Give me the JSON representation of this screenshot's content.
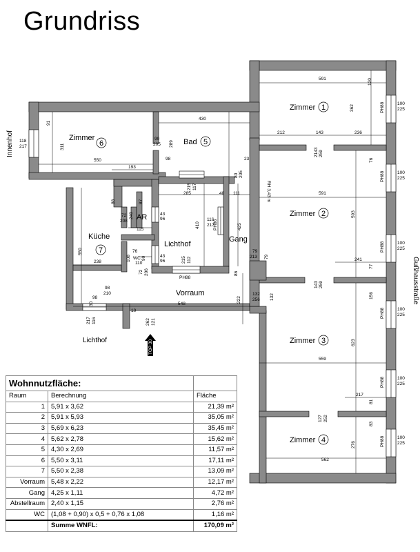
{
  "title": "Grundriss",
  "rooms": {
    "zimmer1": {
      "name": "Zimmer",
      "num": "1"
    },
    "zimmer2": {
      "name": "Zimmer",
      "num": "2"
    },
    "zimmer3": {
      "name": "Zimmer",
      "num": "3"
    },
    "zimmer4": {
      "name": "Zimmer",
      "num": "4"
    },
    "bad": {
      "name": "Bad",
      "num": "5"
    },
    "zimmer6": {
      "name": "Zimmer",
      "num": "6"
    },
    "kueche": {
      "name": "Küche",
      "num": "7"
    },
    "ar": "AR",
    "wc": "WC",
    "lichthof_inner": "Lichthof",
    "gang": "Gang",
    "vorraum": "Vorraum"
  },
  "outside_labels": {
    "innenhof": "Innenhof",
    "gusshausstrasse": "Gußhausstraße",
    "lichthof_bottom": "Lichthof",
    "top": "TOP 30"
  },
  "dimensions": {
    "d591a": "591",
    "d120": "120",
    "d362": "362",
    "d212": "212",
    "d143a": "143",
    "d236": "236",
    "d430": "430",
    "d91": "91",
    "d311": "311",
    "d550a": "550",
    "d90": "90",
    "d205a": "205",
    "d289": "289",
    "d98a": "98",
    "d193": "193",
    "d2143": "2143",
    "d259a": "259",
    "d76a": "76",
    "d591b": "591",
    "d117": "117",
    "d215": "215",
    "d285": "285",
    "d40": "40",
    "d111": "111",
    "d80": "80",
    "d205b": "205",
    "d23": "23",
    "d88": "88",
    "d87": "87",
    "d72a": "72",
    "d240": "240",
    "d208": "208",
    "d43a": "43",
    "d96a": "96",
    "d115": "115",
    "d410": "410",
    "d116a": "116",
    "d217a": "217",
    "d425": "425",
    "d593": "593",
    "d550b": "550",
    "d76b": "76",
    "d108": "108",
    "d90b": "90",
    "d110": "110",
    "d43b": "43",
    "d96b": "96",
    "d72b": "72",
    "d206": "206",
    "d215b": "215",
    "d112": "112",
    "d238": "238",
    "d79a": "79",
    "d213": "213",
    "d79b": "79",
    "d241": "241",
    "d77": "77",
    "d143b": "143",
    "d259b": "259",
    "d86": "86",
    "d132a": "132",
    "d256": "256",
    "d132b": "132",
    "d156": "156",
    "d98b": "98",
    "d210": "210",
    "d98c": "98",
    "d30": "30",
    "d222": "222",
    "d548": "548",
    "d10": "10",
    "d623": "623",
    "d559": "559",
    "d217b": "217",
    "d81": "81",
    "d127": "127",
    "d252": "252",
    "d83": "83",
    "d276": "276",
    "d562": "562",
    "d118": "118",
    "d217c": "217",
    "d116b": "116",
    "d217d": "217",
    "d262": "262",
    "d121": "121",
    "rh": "RH 3,43 m",
    "w100": "100",
    "w225": "225",
    "ph88": "PH88",
    "ph86": "PH86"
  },
  "table": {
    "caption": "Wohnnutzfläche:",
    "headers": [
      "Raum",
      "Berechnung",
      "Fläche"
    ],
    "rows": [
      [
        "1",
        "5,91 x 3,62",
        "21,39 m²"
      ],
      [
        "2",
        "5,91 x 5,93",
        "35,05 m²"
      ],
      [
        "3",
        "5,69 x 6,23",
        "35,45 m²"
      ],
      [
        "4",
        "5,62 x 2,78",
        "15,62 m²"
      ],
      [
        "5",
        "4,30 x 2,69",
        "11,57 m²"
      ],
      [
        "6",
        "5,50 x 3,11",
        "17,11 m²"
      ],
      [
        "7",
        "5,50 x 2,38",
        "13,09 m²"
      ],
      [
        "Vorraum",
        "5,48 x 2,22",
        "12,17 m²"
      ],
      [
        "Gang",
        "4,25 x 1,11",
        "4,72 m²"
      ],
      [
        "Abstellraum",
        "2,40 x 1,15",
        "2,76 m²"
      ],
      [
        "WC",
        "(1,08 + 0,90) x 0,5 + 0,76 x 1,08",
        "1,16 m²"
      ]
    ],
    "sum_label": "Summe WNFL:",
    "sum_value": "170,09 m²"
  }
}
